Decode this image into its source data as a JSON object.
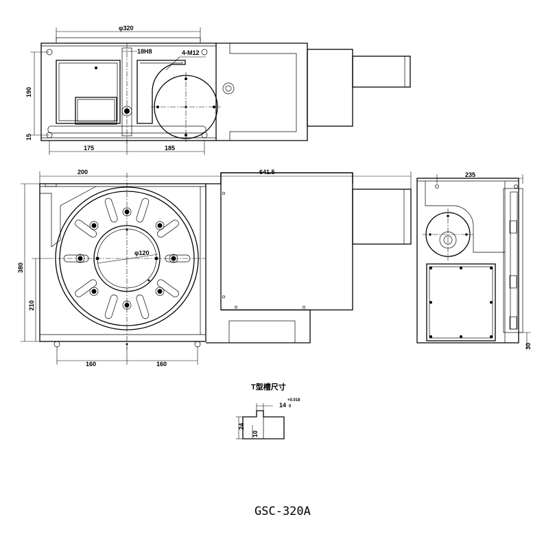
{
  "dimensions": {
    "top_diameter": "φ320",
    "slot_fit": "18H8",
    "thread_holes": "4-M12",
    "top_height": "190",
    "top_offset": "15",
    "top_left_span": "175",
    "top_right_span": "185",
    "front_left_span": "200",
    "front_total_length": "641.5",
    "front_height": "380",
    "front_center_height": "210",
    "front_bottom_left": "160",
    "front_bottom_right": "160",
    "bore_diameter": "φ120",
    "side_width": "235",
    "side_bottom_offset": "30"
  },
  "tslot": {
    "title": "T型槽尺寸",
    "width": "14",
    "tolerance": "+0.018",
    "tolerance_low": "0",
    "depth": "24",
    "neck": "10"
  },
  "model": "GSC-320A"
}
